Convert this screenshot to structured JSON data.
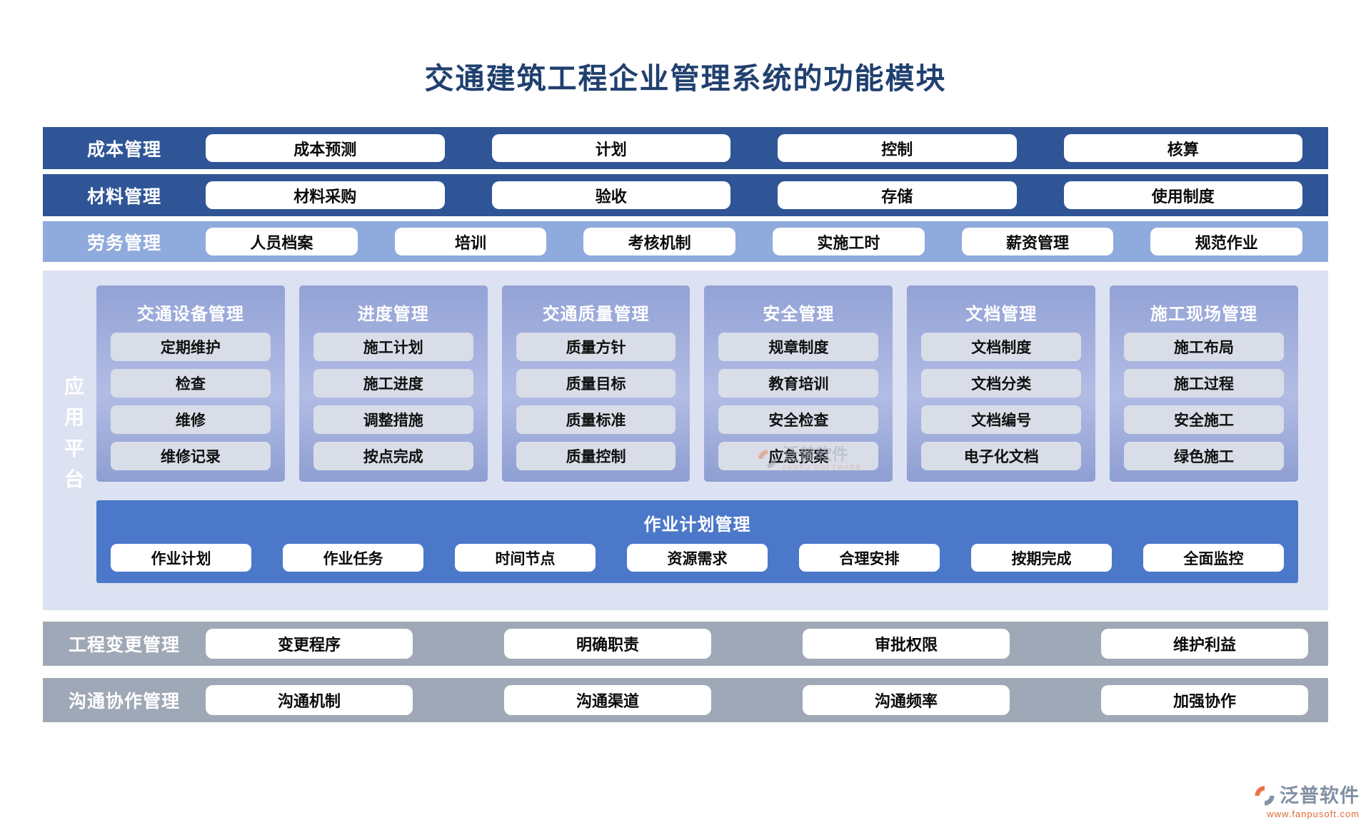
{
  "title": "交通建筑工程企业管理系统的功能模块",
  "top_rows": [
    {
      "label": "成本管理",
      "items": [
        "成本预测",
        "计划",
        "控制",
        "核算"
      ]
    },
    {
      "label": "材料管理",
      "items": [
        "材料采购",
        "验收",
        "存储",
        "使用制度"
      ]
    },
    {
      "label": "劳务管理",
      "items": [
        "人员档案",
        "培训",
        "考核机制",
        "实施工时",
        "薪资管理",
        "规范作业"
      ]
    }
  ],
  "platform": {
    "side_label": "应用平台",
    "columns": [
      {
        "header": "交通设备管理",
        "items": [
          "定期维护",
          "检查",
          "维修",
          "维修记录"
        ]
      },
      {
        "header": "进度管理",
        "items": [
          "施工计划",
          "施工进度",
          "调整措施",
          "按点完成"
        ]
      },
      {
        "header": "交通质量管理",
        "items": [
          "质量方针",
          "质量目标",
          "质量标准",
          "质量控制"
        ]
      },
      {
        "header": "安全管理",
        "items": [
          "规章制度",
          "教育培训",
          "安全检查",
          "应急预案"
        ]
      },
      {
        "header": "文档管理",
        "items": [
          "文档制度",
          "文档分类",
          "文档编号",
          "电子化文档"
        ]
      },
      {
        "header": "施工现场管理",
        "items": [
          "施工布局",
          "施工过程",
          "安全施工",
          "绿色施工"
        ]
      }
    ],
    "band": {
      "header": "作业计划管理",
      "items": [
        "作业计划",
        "作业任务",
        "时间节点",
        "资源需求",
        "合理安排",
        "按期完成",
        "全面监控"
      ]
    }
  },
  "bottom_rows": [
    {
      "label": "工程变更管理",
      "items": [
        "变更程序",
        "明确职责",
        "审批权限",
        "维护利益"
      ]
    },
    {
      "label": "沟通协作管理",
      "items": [
        "沟通机制",
        "沟通渠道",
        "沟通频率",
        "加强协作"
      ]
    }
  ],
  "watermark": {
    "text": "泛普软件",
    "subtext": "FANPU SOFTWARE"
  },
  "footer": {
    "brand": "泛普软件",
    "url": "www.fanpusoft.com"
  },
  "colors": {
    "dark_blue": "#2F5597",
    "periwinkle": "#8FAADC",
    "platform_bg": "#DCE2F1",
    "card_gradient_top": "#93A2D6",
    "card_gradient_mid": "#B2BDE5",
    "band_blue": "#4C78CA",
    "gray_row": "#9FA8B6",
    "title_navy": "#20406F",
    "item_pill_gray": "#D9DDE8",
    "logo_orange": "#DE6A33",
    "logo_slate": "#8290A3"
  }
}
